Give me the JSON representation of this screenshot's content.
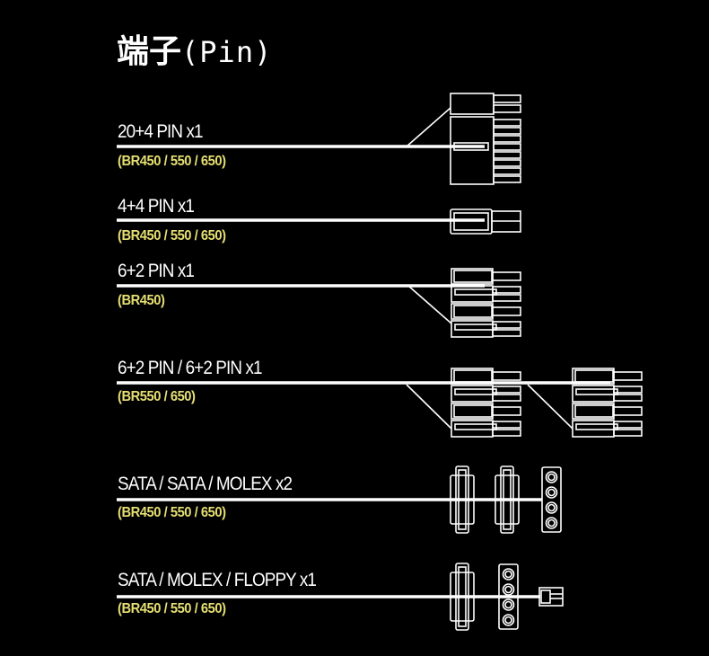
{
  "title": {
    "cjk": "端子",
    "latin": "(Pin)"
  },
  "rows": [
    {
      "label": "20+4 PIN x1",
      "models": "(BR450 / 550 / 650)"
    },
    {
      "label": "4+4 PIN x1",
      "models": "(BR450 / 550 / 650)"
    },
    {
      "label": "6+2 PIN x1",
      "models": "(BR450)"
    },
    {
      "label": "6+2 PIN / 6+2 PIN x1",
      "models": "(BR550 / 650)"
    },
    {
      "label": "SATA / SATA / MOLEX x2",
      "models": "(BR450 / 550 / 650)"
    },
    {
      "label": "SATA / MOLEX  / FLOPPY x1",
      "models": "(BR450 / 550 / 650)"
    }
  ],
  "colors": {
    "background": "#000000",
    "text": "#ffffff",
    "models": "#e6df72"
  }
}
